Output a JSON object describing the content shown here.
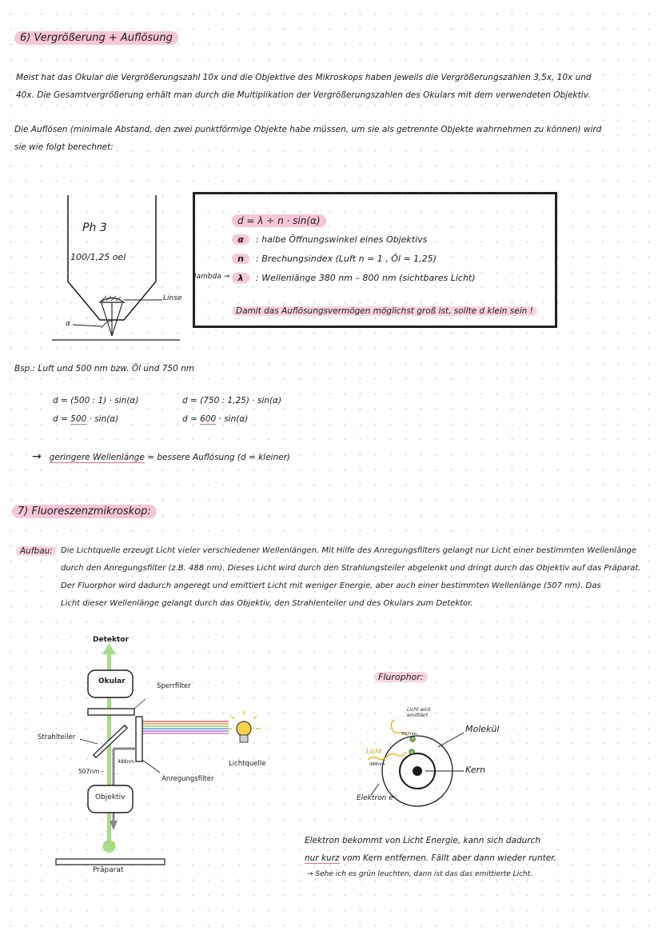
{
  "section6": {
    "title": "6) Vergrößerung + Auflösung",
    "para1_line1": "Meist hat das Okular die Vergrößerungszahl 10x und die Objektive des Mikroskops haben jeweils die Vergrößerungszahlen 3,5x, 10x und",
    "para1_line2": "40x. Die Gesamtvergrößerung erhält man durch die Multiplikation der Vergrößerungszahlen des Okulars mit dem verwendeten Objektiv.",
    "para2_line1": "Die Auflösen (minimale Abstand, den zwei punktförmige Objekte habe müssen, um sie als getrennte Objekte wahrnehmen zu können) wird",
    "para2_line2": "sie wie folgt berechnet:"
  },
  "objective": {
    "label1": "Ph 3",
    "label2": "100/1,25 oel",
    "lens_label": "Linse",
    "alpha": "α"
  },
  "formula": {
    "main": "d  =  λ ÷ n · sin(α)",
    "alpha_sym": "α",
    "alpha_desc": ": halbe Öffnungswinkel eines Objektivs",
    "n_sym": "n",
    "n_desc": ": Brechungsindex (Luft n = 1 , Öl = 1,25)",
    "lambda_side": "lambda →",
    "lambda_sym": "λ",
    "lambda_desc": ": Wellenlänge 380 nm – 800 nm (sichtbares Licht)",
    "conclusion": "Damit das Auflösungsvermögen möglichst groß ist, sollte d klein sein !"
  },
  "example": {
    "intro": "Bsp.:  Luft und 500 nm bzw. Öl und 750 nm",
    "l1a": "d = (500 : 1) · sin(α)",
    "l1b_pre": "d = ",
    "l1b_val": "500",
    "l1b_post": " · sin(α)",
    "r1a": "d = (750 : 1,25) · sin(α)",
    "r1b_pre": "d = ",
    "r1b_val": "600",
    "r1b_post": " · sin(α)",
    "arrow": "→",
    "concl_u": "geringere Wellenlänge",
    "concl_rest": " = bessere Auflösung (d = kleiner)"
  },
  "section7": {
    "title": "7) Fluoreszenzmikroskop:",
    "label": "Aufbau:",
    "l1": "Die Lichtquelle erzeugt Licht vieler verschiedener Wellenlängen. Mit Hilfe des Anregungsfilters gelangt nur Licht einer bestimmten Wellenlänge",
    "l2": "durch den Anregungsfilter (z.B. 488 nm). Dieses Licht wird durch den Strahlungsteiler abgelenkt und dringt durch das Objektiv auf das Präparat.",
    "l3": "Der Fluorphor wird dadurch angeregt und emittiert Licht mit weniger Energie, aber auch einer bestimmten Wellenlänge (507 nm). Das",
    "l4": "Licht dieser Wellenlänge gelangt durch das Objektiv, den Strahlenteiler und des Okulars zum Detektor."
  },
  "diagram": {
    "detektor": "Detektor",
    "okular": "Okular",
    "sperrfilter": "Sperrfilter",
    "strahlteiler": "Strahlteiler",
    "nm507": "507nm -",
    "nm488": "488nm",
    "anregungsfilter": "Anregungsfilter",
    "lichtquelle": "Lichtquelle",
    "objektiv": "Objektiv",
    "praeparat": "Präparat"
  },
  "fluorophor": {
    "title": "Flurophor:",
    "emitted": "Licht wird emittiert",
    "nm507": "507nm",
    "licht": "Licht",
    "nm488": "488nm",
    "molekuel": "Molekül",
    "kern": "Kern",
    "elektron": "Elektron e⁻",
    "text1": "Elektron bekommt von Licht Energie, kann sich dadurch",
    "text2_u": "nur kurz",
    "text2_rest": " vom Kern entfernen. Fällt aber dann wieder runter.",
    "text3": "→ Sehe ich es grün leuchten, dann ist das das emittierte Licht."
  },
  "colors": {
    "highlight": "#f7c6d9",
    "green": "#9ed77a",
    "yellow": "#e8b400"
  }
}
